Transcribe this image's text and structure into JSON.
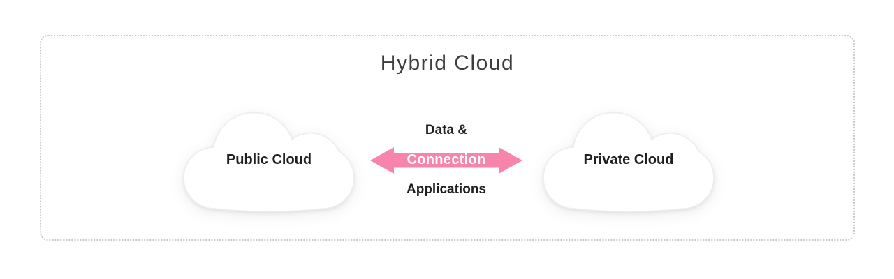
{
  "diagram": {
    "title": "Hybrid Cloud",
    "clouds": [
      {
        "label": "Public Cloud"
      },
      {
        "label": "Private Cloud"
      }
    ],
    "connector": {
      "top_label": "Data &",
      "arrow_label": "Connection",
      "bottom_label": "Applications"
    },
    "colors": {
      "arrow_pink": "#F784AB",
      "arrow_label_text": "#FFFFFF",
      "cloud_fill": "#FFFFFF",
      "cloud_stroke": "#EDEDED",
      "title_text": "#3D3D3D",
      "label_text": "#1F1F1F",
      "frame_border": "#C9C9C9",
      "background": "#FFFFFF"
    }
  }
}
